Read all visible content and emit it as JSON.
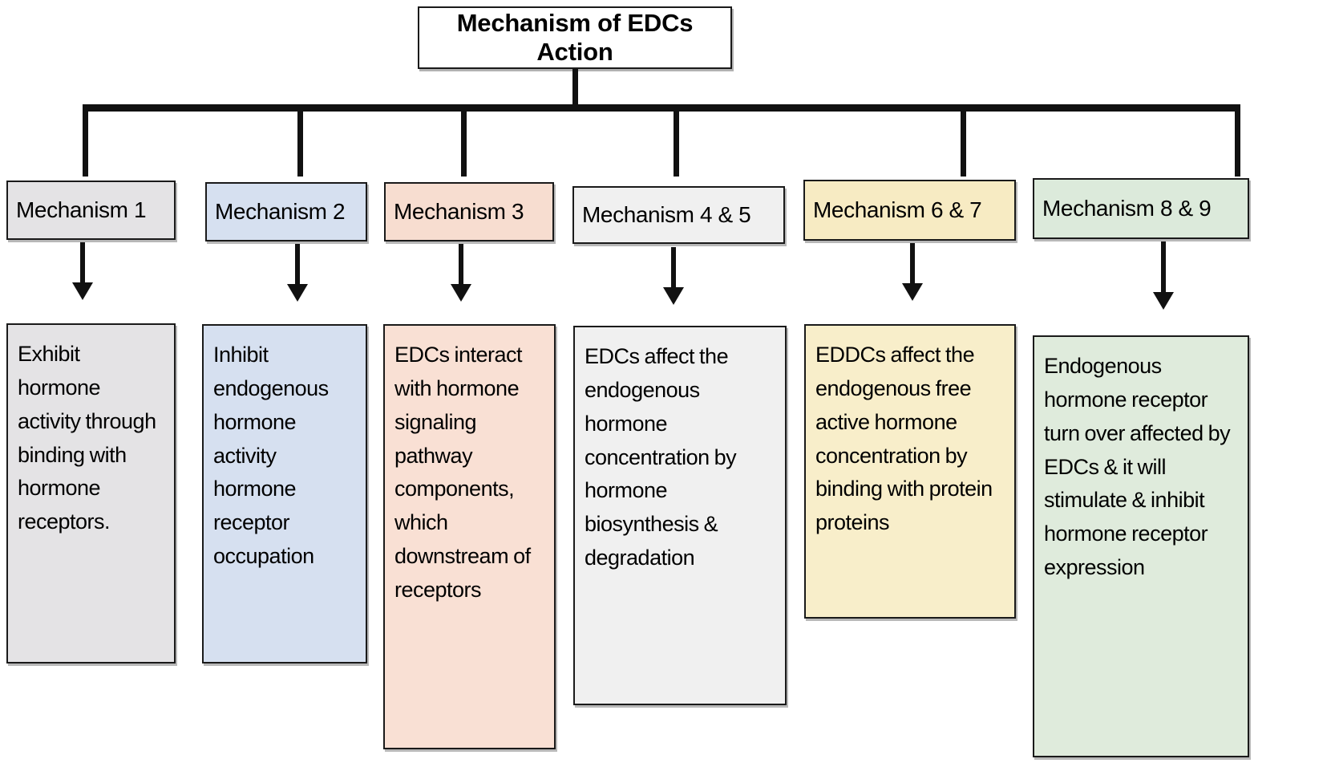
{
  "diagram": {
    "title": "Mechanism of EDCs Action",
    "title_color": "#f7cdb3",
    "connector_color": "#111111",
    "arrow_icon": "down-arrow-icon",
    "columns": [
      {
        "key": "col1",
        "mechanism_label": "Mechanism 1",
        "mechanism_color": "#e4e3e5",
        "detail_text": "Exhibit hormone activity through binding with hormone receptors.",
        "detail_color": "#e4e3e5"
      },
      {
        "key": "col2",
        "mechanism_label": "Mechanism 2",
        "mechanism_color": "#d6e0f0",
        "detail_text": "Inhibit endogenous hormone activity hormone receptor occupation",
        "detail_color": "#d6e0f0"
      },
      {
        "key": "col3",
        "mechanism_label": "Mechanism 3",
        "mechanism_color": "#f7ddd0",
        "detail_text": "EDCs interact with hormone signaling pathway components, which downstream of receptors",
        "detail_color": "#f9e0d4"
      },
      {
        "key": "col4",
        "mechanism_label": "Mechanism 4 & 5",
        "mechanism_color": "#f0f0f0",
        "detail_text": "EDCs affect the endogenous hormone concentration by hormone biosynthesis & degradation",
        "detail_color": "#f0f0f0"
      },
      {
        "key": "col5",
        "mechanism_label": "Mechanism 6 & 7",
        "mechanism_color": "#f7ebc3",
        "detail_text": "EDDCs affect the endogenous free active hormone concentration by binding with protein proteins",
        "detail_color": "#f8eeca"
      },
      {
        "key": "col6",
        "mechanism_label": "Mechanism 8 & 9",
        "mechanism_color": "#dceadb",
        "detail_text": "Endogenous hormone receptor turn over affected by EDCs & it will stimulate & inhibit hormone receptor expression",
        "detail_color": "#dfebdc"
      }
    ]
  }
}
